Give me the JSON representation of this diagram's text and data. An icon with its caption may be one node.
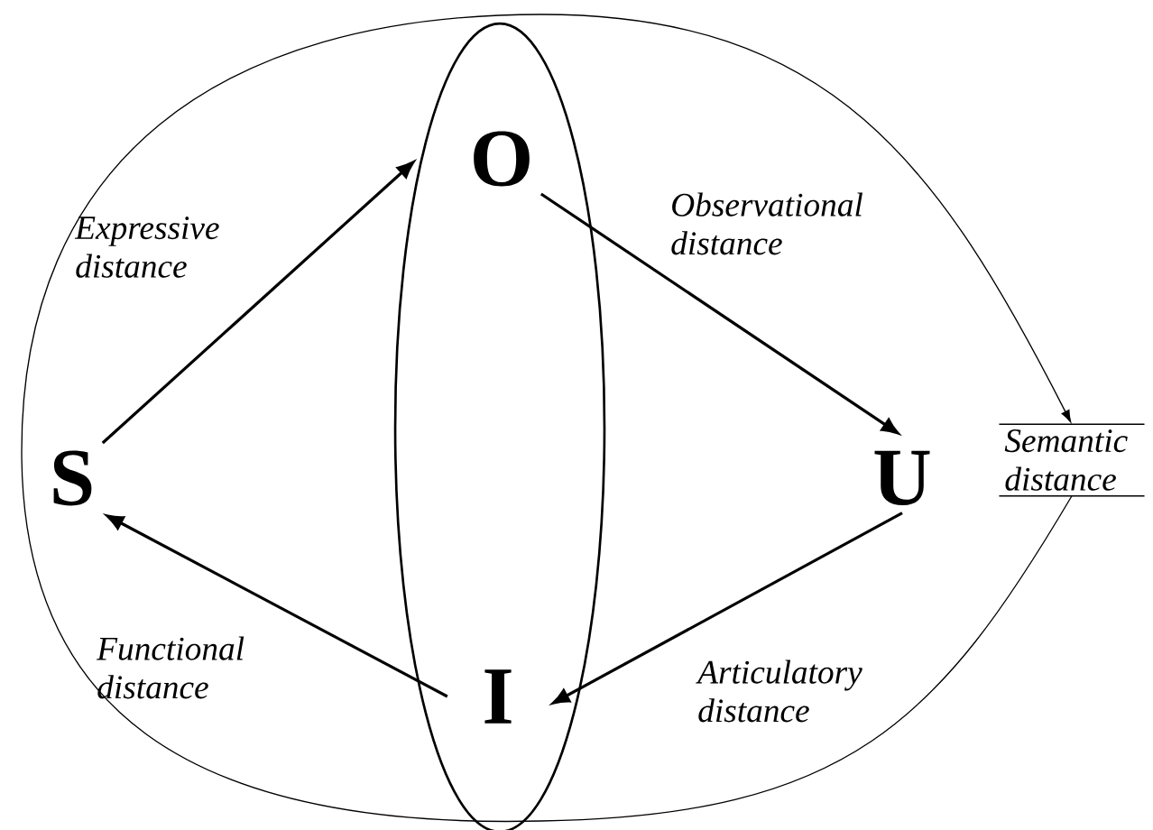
{
  "diagram": {
    "nodes": [
      {
        "text": [],
        "shape": "ellipse"
      },
      {
        "text": [
          "O"
        ],
        "in": 0
      },
      {
        "text": [
          "S"
        ]
      },
      {
        "text": [
          "U"
        ]
      },
      {
        "text": [
          "I"
        ],
        "in": 0
      },
      {
        "text": [
          "Semantic distance"
        ]
      }
    ],
    "edges": [
      {
        "from": 2,
        "to": 1,
        "arrow": "to",
        "label": "Expressive distance"
      },
      {
        "from": 1,
        "to": 3,
        "arrow": "to",
        "label": "Observational distance"
      },
      {
        "from": 3,
        "to": 4,
        "arrow": "to",
        "label": "Articulatory distance"
      },
      {
        "from": 4,
        "to": 2,
        "arrow": "to",
        "label": "Functional distance"
      },
      {
        "from": 5,
        "to": 5,
        "arrow": "to"
      }
    ]
  }
}
